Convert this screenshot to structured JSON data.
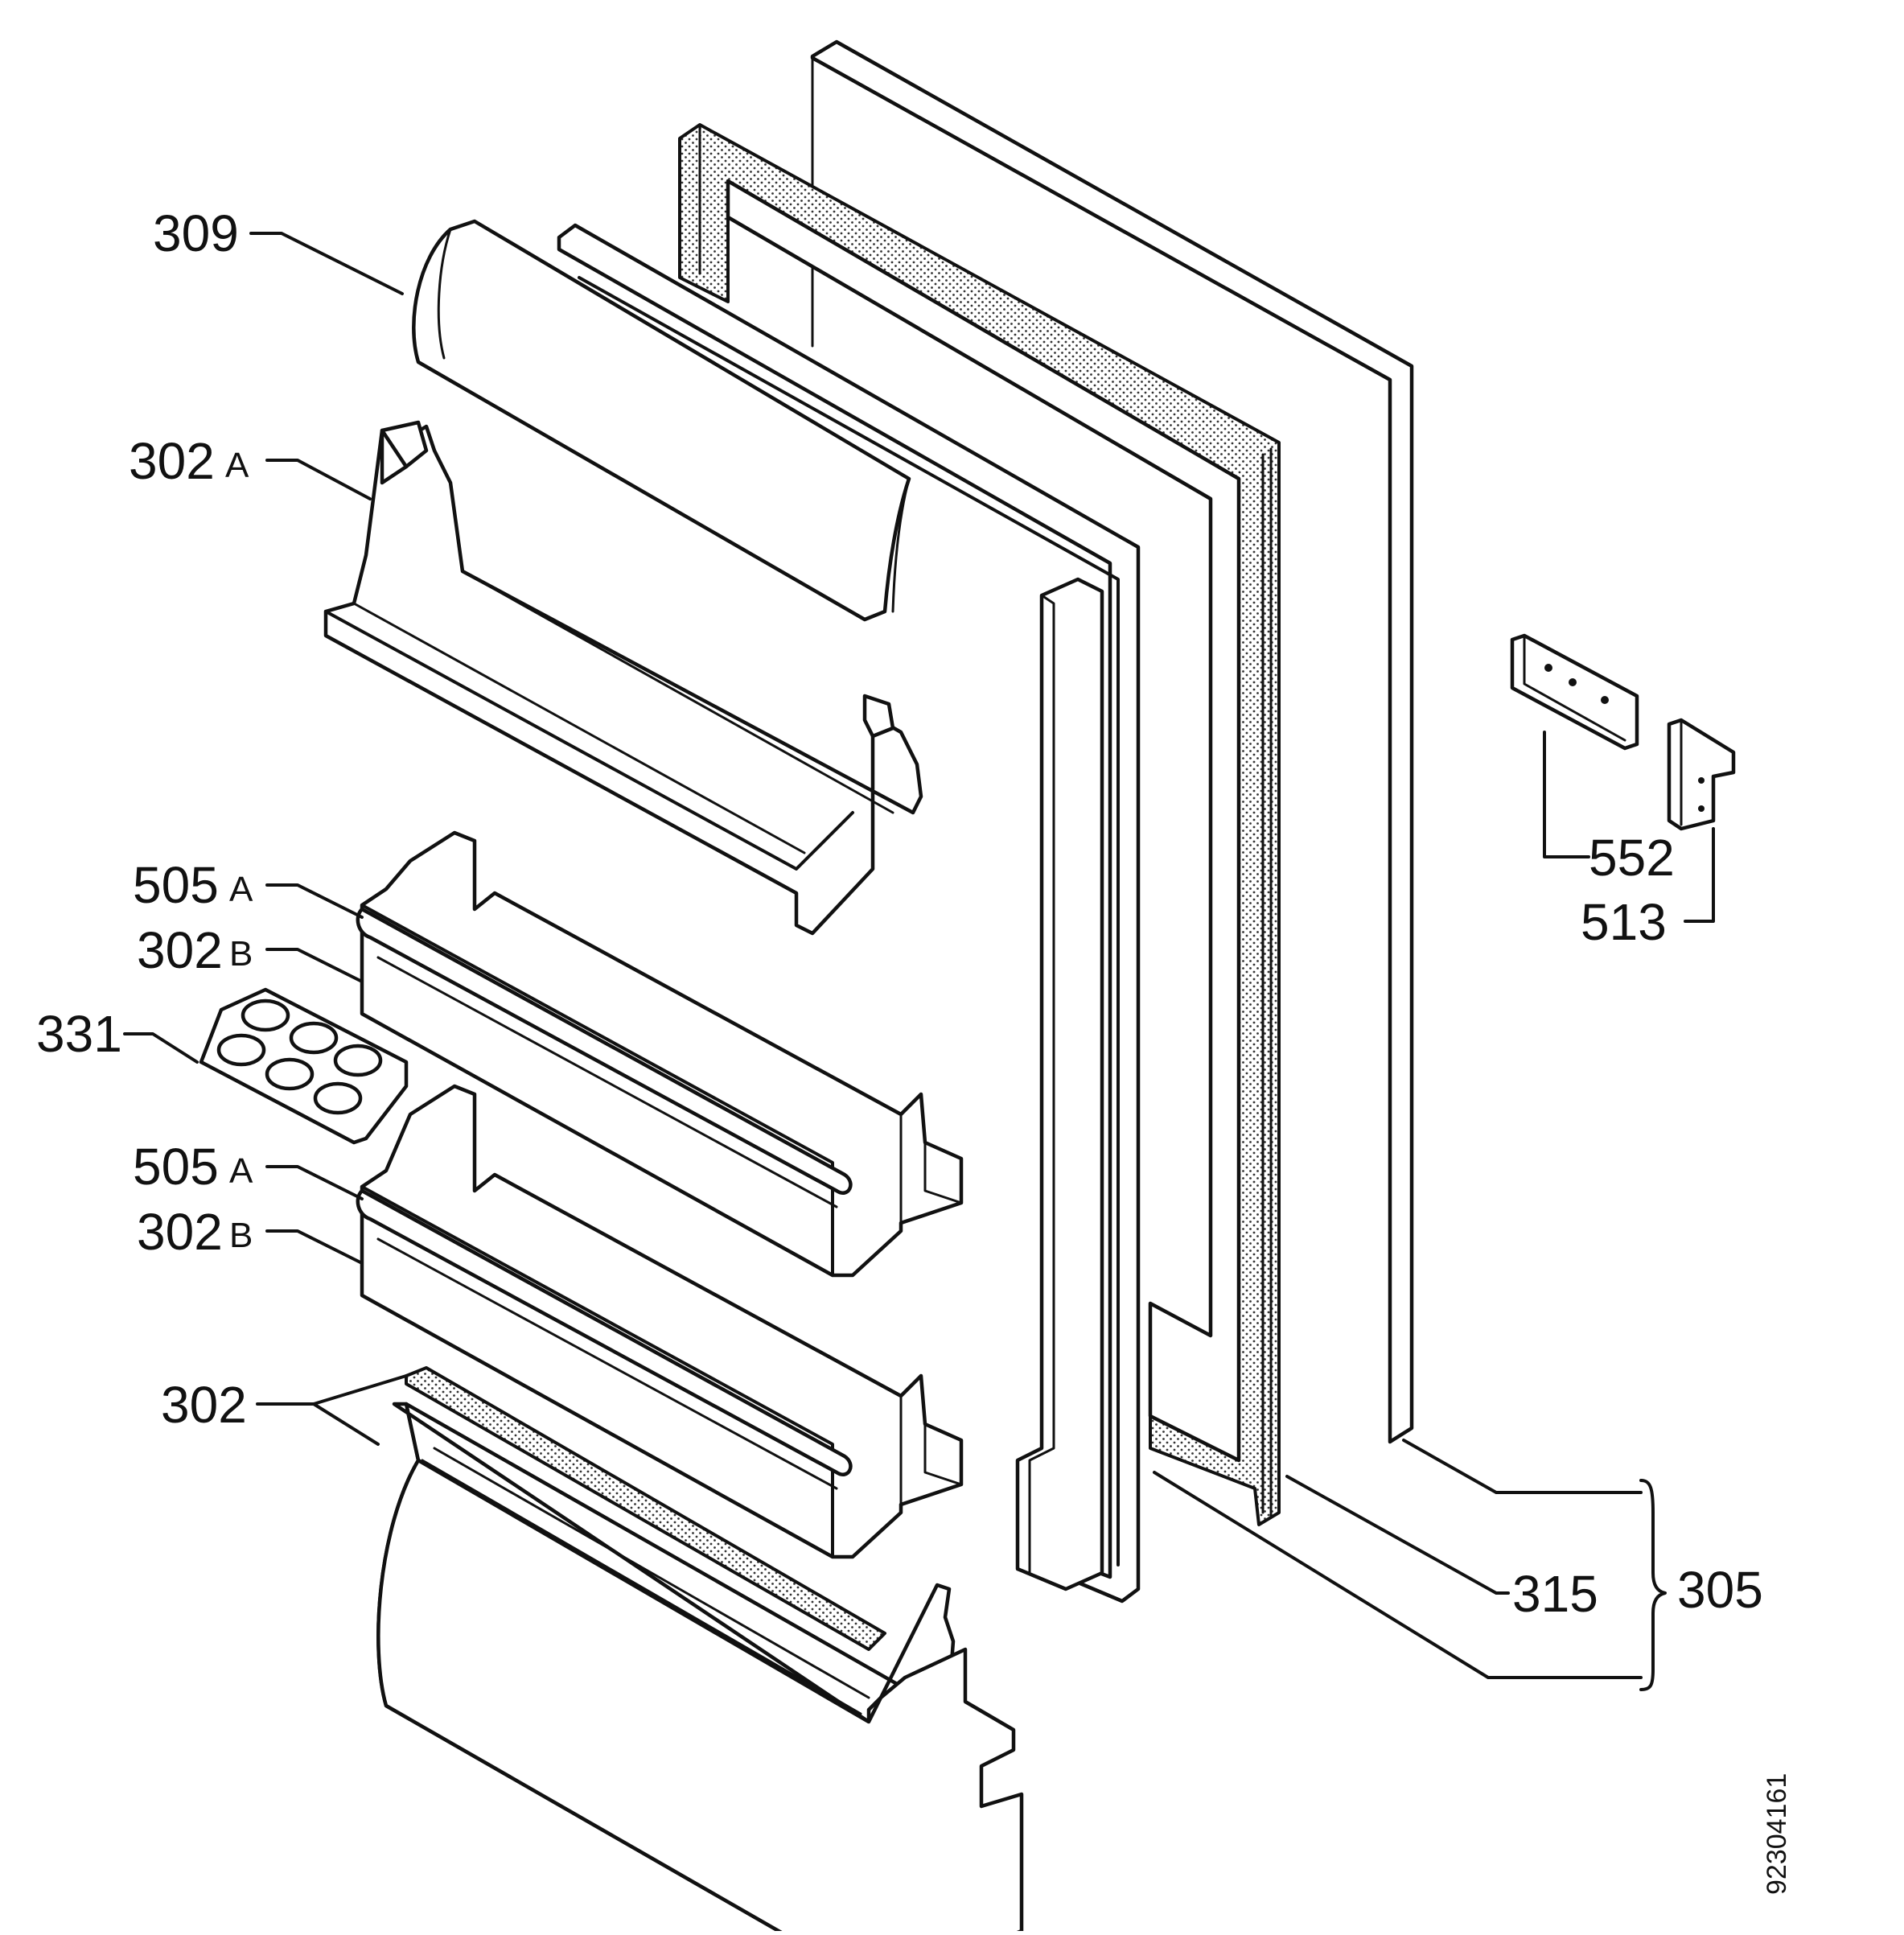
{
  "diagram": {
    "labels": {
      "l309": "309",
      "l302a": "302",
      "l302a_s": "A",
      "l505a_1": "505",
      "l505a_1_s": "A",
      "l302b_1": "302",
      "l302b_1_s": "B",
      "l331": "331",
      "l505a_2": "505",
      "l505a_2_s": "A",
      "l302b_2": "302",
      "l302b_2_s": "B",
      "l302": "302",
      "l552": "552",
      "l513": "513",
      "l315": "315",
      "l305": "305"
    },
    "drawing_code": "92304161",
    "colors": {
      "line": "#111111",
      "background": "#ffffff"
    }
  }
}
